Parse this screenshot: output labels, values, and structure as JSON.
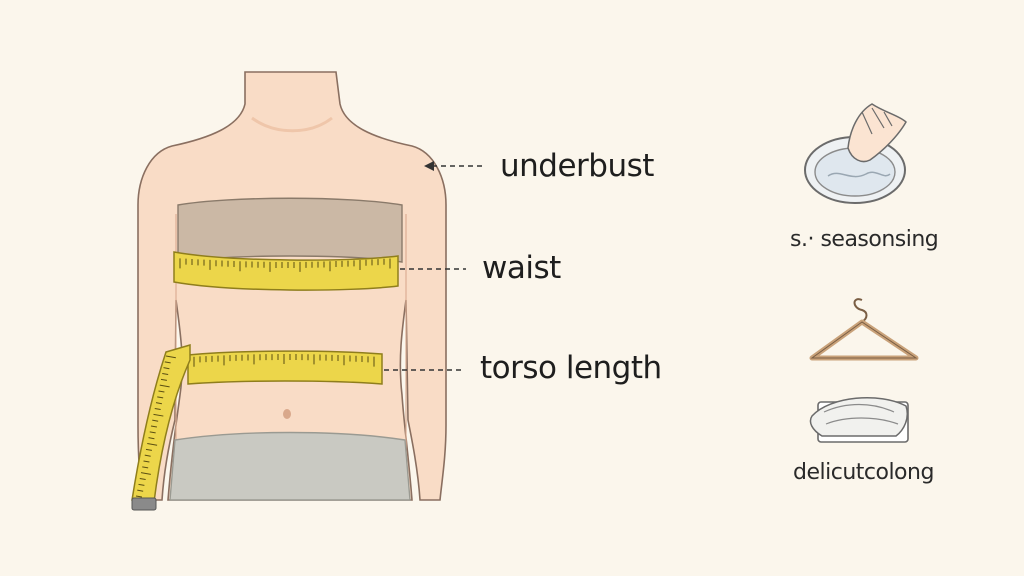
{
  "colors": {
    "background": "#fbf6ec",
    "skin": "#f9dcc6",
    "skin_shadow": "#efc6aa",
    "bra": "#cbb8a5",
    "tape": "#ecd64a",
    "tape_edge": "#8f7e1c",
    "skirt": "#c9c9c2",
    "outline": "#8a6f60",
    "icon_stroke": "#6b6b6b",
    "hanger": "#c9a27a"
  },
  "labels": {
    "underbust": "underbust",
    "waist": "waist",
    "torso_length": "torso length"
  },
  "care": {
    "item1": "s.· seasonsing",
    "item2": "delicutcolong"
  },
  "icons": [
    "wash-basin-icon",
    "hanger-icon",
    "folded-clothes-icon"
  ]
}
